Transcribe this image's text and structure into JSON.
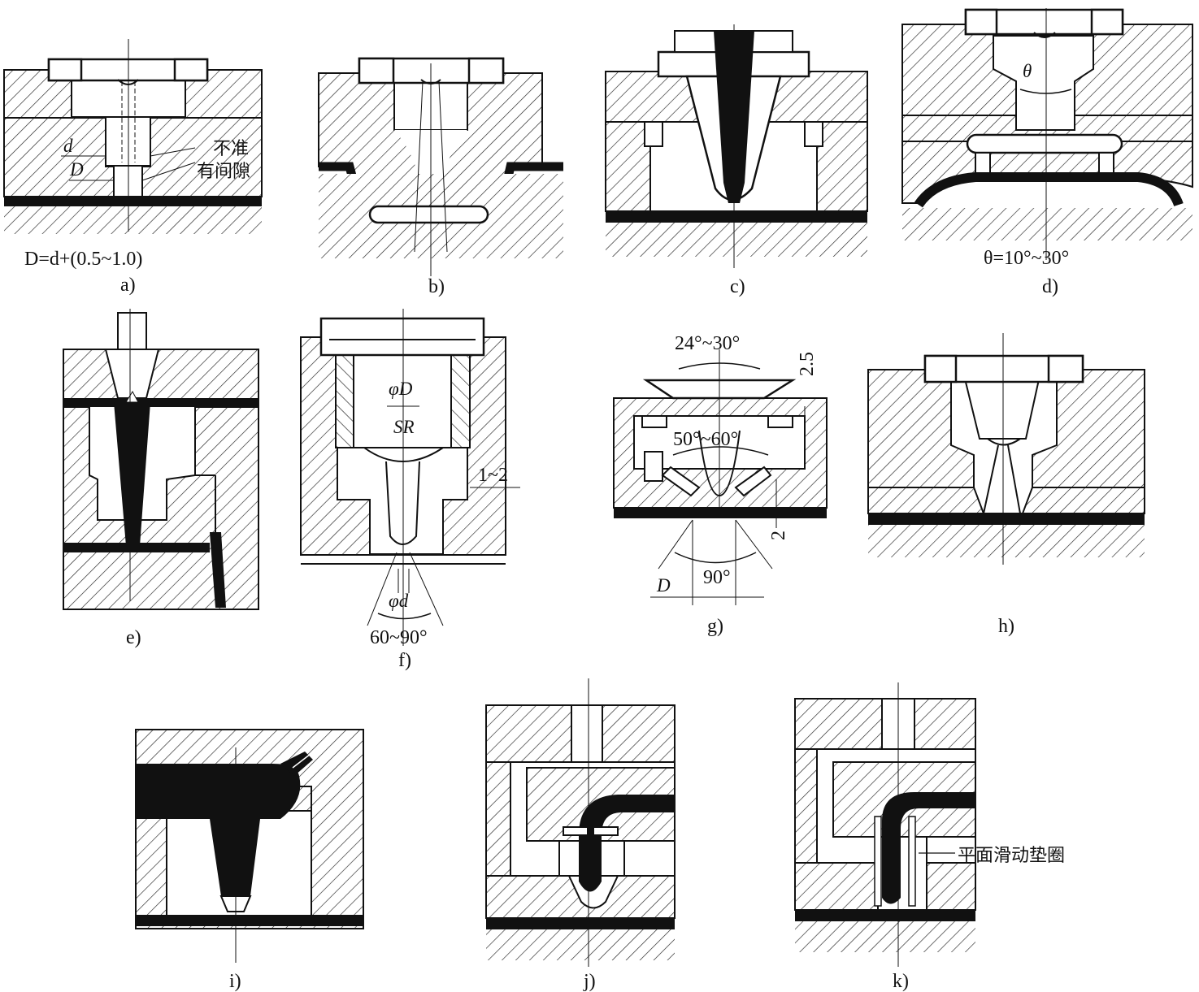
{
  "figure": {
    "panels": [
      {
        "id": "a",
        "caption": "a)",
        "formula": "D=d+(0.5~1.0)",
        "label_d": "d",
        "label_D": "D",
        "note_line1": "不准",
        "note_line2": "有间隙"
      },
      {
        "id": "b",
        "caption": "b)"
      },
      {
        "id": "c",
        "caption": "c)"
      },
      {
        "id": "d",
        "caption": "d)",
        "angle_symbol": "θ",
        "formula": "θ=10°~30°"
      },
      {
        "id": "e",
        "caption": "e)"
      },
      {
        "id": "f",
        "caption": "f)",
        "label_phiD": "φD",
        "label_SR": "SR",
        "label_gap": "1~2",
        "label_phid": "φd",
        "label_angle": "60~90°"
      },
      {
        "id": "g",
        "caption": "g)",
        "label_top_angle": "24°~30°",
        "label_mid_angle": "50°~60°",
        "label_25": "2.5",
        "label_2": "2",
        "label_90": "90°",
        "label_D": "D"
      },
      {
        "id": "h",
        "caption": "h)"
      },
      {
        "id": "i",
        "caption": "i)"
      },
      {
        "id": "j",
        "caption": "j)"
      },
      {
        "id": "k",
        "caption": "k)",
        "callout": "平面滑动垫圈"
      }
    ]
  }
}
